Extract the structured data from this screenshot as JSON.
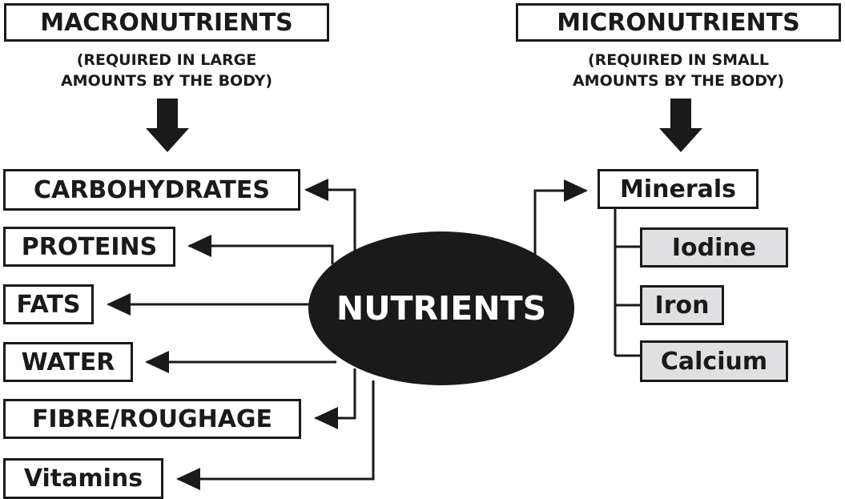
{
  "macro": {
    "title": "MACRONUTRIENTS",
    "note_line1": "(REQUIRED IN LARGE",
    "note_line2": "AMOUNTS BY THE BODY)",
    "items": [
      "CARBOHYDRATES",
      "PROTEINS",
      "FATS",
      "WATER",
      "FIBRE/ROUGHAGE",
      "Vitamins"
    ]
  },
  "micro": {
    "title": "MICRONUTRIENTS",
    "note_line1": "(REQUIRED IN SMALL",
    "note_line2": "AMOUNTS BY THE BODY)",
    "minerals_label": "Minerals",
    "minerals": [
      "Iodine",
      "Iron",
      "Calcium"
    ]
  },
  "center": {
    "label": "NUTRIENTS"
  },
  "colors": {
    "ink": "#1a1a1a",
    "mineral_fill": "#e0e0e2",
    "paper": "#ffffff"
  }
}
